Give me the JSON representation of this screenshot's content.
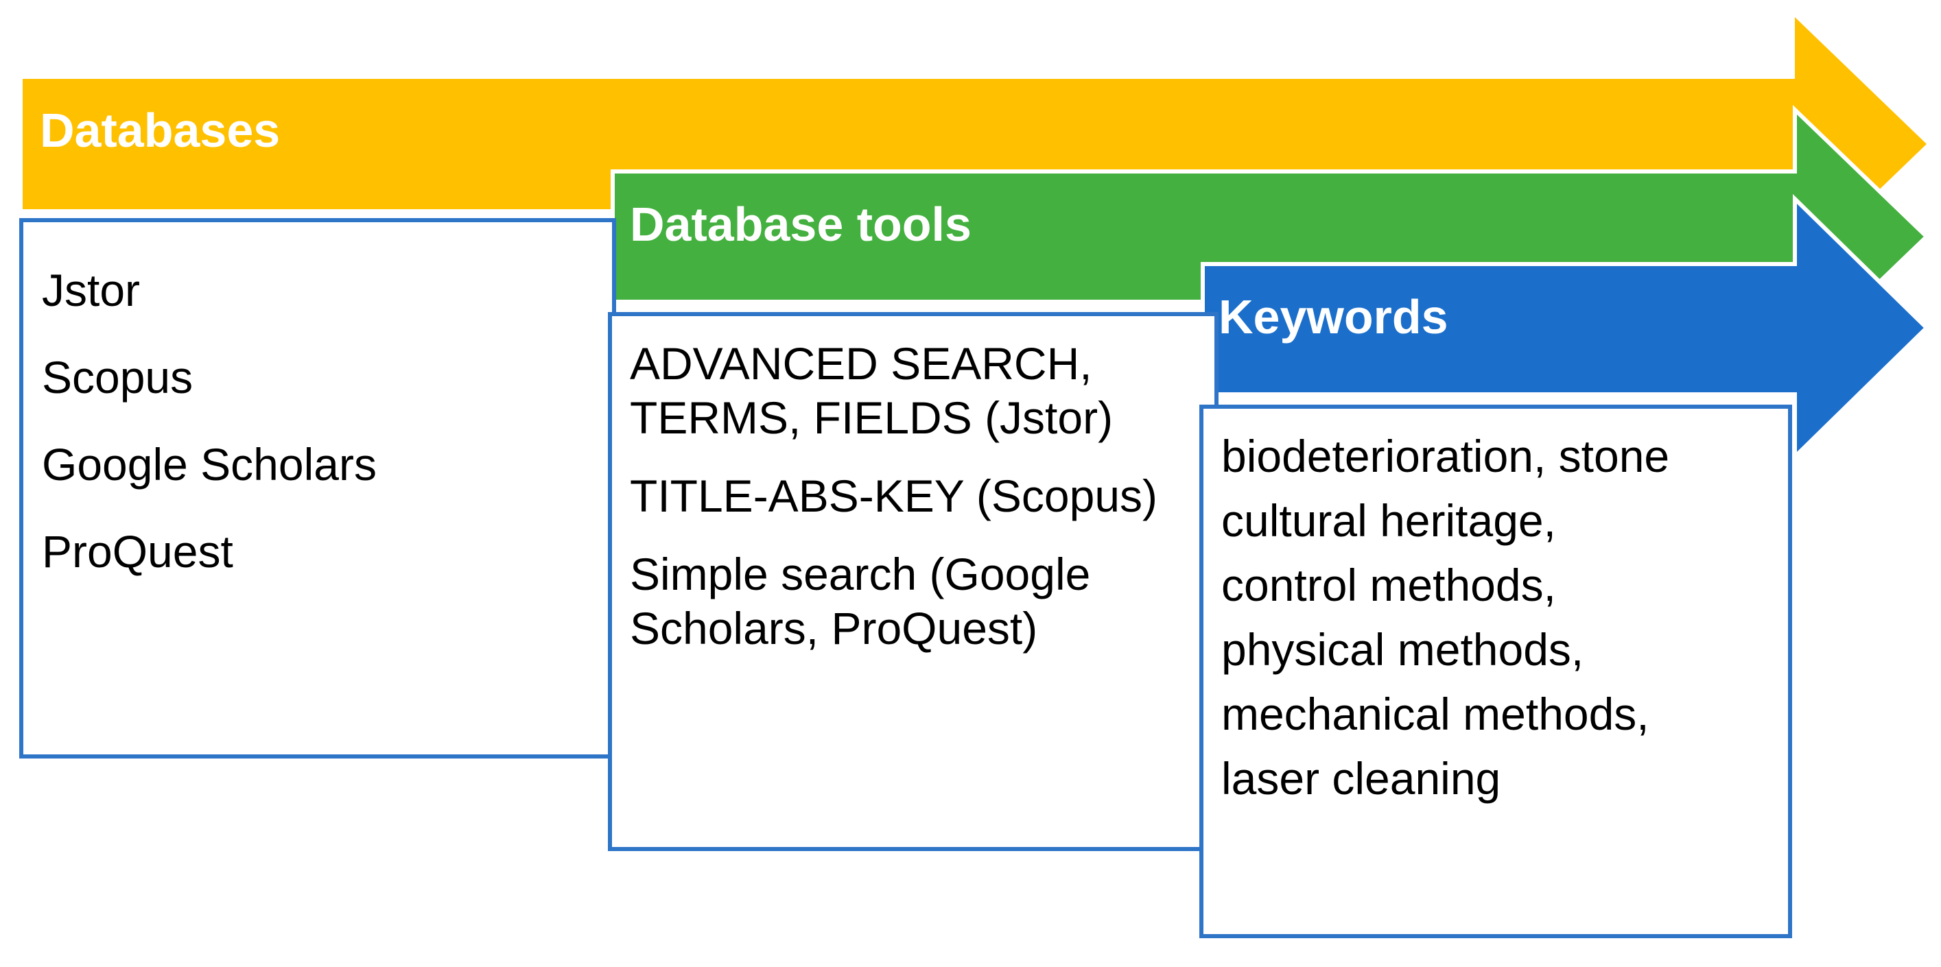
{
  "diagram": {
    "colors": {
      "databases_arrow": "#ffc000",
      "tools_arrow": "#44b03f",
      "keywords_arrow": "#1b6fcb",
      "panel_border": "#2e75c8",
      "arrow_text": "#ffffff"
    },
    "stages": [
      {
        "title": "Databases",
        "items": [
          "Jstor",
          "Scopus",
          "Google Scholars",
          "ProQuest"
        ]
      },
      {
        "title": "Database tools",
        "items": [
          "ADVANCED SEARCH, TERMS, FIELDS (Jstor)",
          "TITLE-ABS-KEY (Scopus)",
          "Simple search  (Google Scholars, ProQuest)"
        ]
      },
      {
        "title": "Keywords",
        "items": [
          "biodeterioration, stone",
          "cultural heritage,",
          "control methods,",
          "physical methods,",
          "mechanical methods,",
          "laser cleaning"
        ]
      }
    ]
  }
}
